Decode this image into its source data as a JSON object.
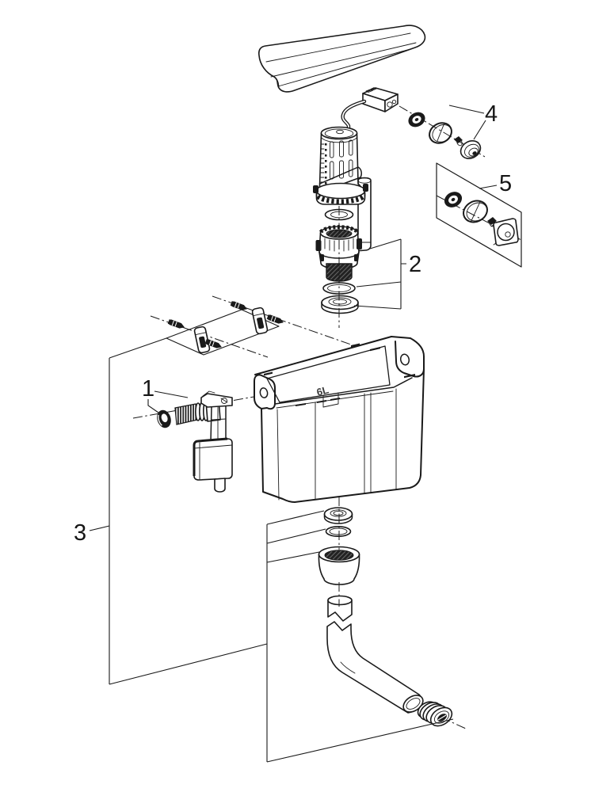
{
  "diagram": {
    "background": "#ffffff",
    "line_color": "#1a1a1a",
    "dark_fill": "#1a1a1a",
    "callouts": {
      "part1": "1",
      "part2": "2",
      "part3": "3",
      "part4": "4",
      "part5": "5"
    },
    "tank_marking": "6L"
  }
}
